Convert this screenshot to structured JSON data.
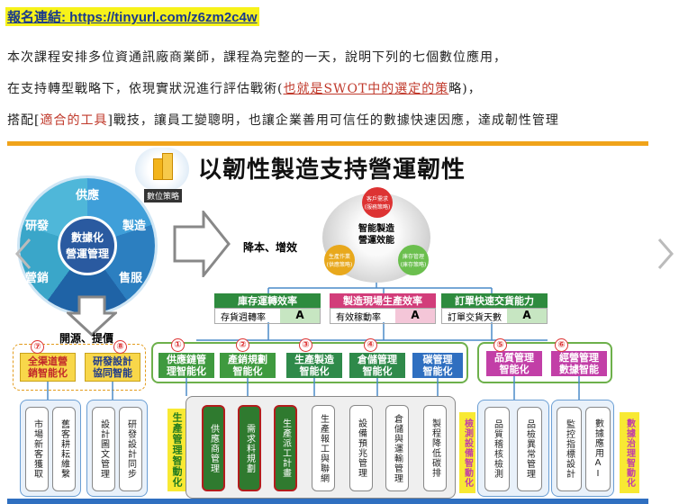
{
  "header": {
    "link_label": "報名連結: https://tinyurl.com/z6zm2c4w",
    "line1": "本次課程安排多位資通訊廠商業師，課程為完整的一天，說明下列的七個數位應用，",
    "line2_pre": "在支持轉型戰略下，依現實狀況進行評估戰術(",
    "line2_link": "也就是SWOT中的選定的策",
    "line2_post": "略)，",
    "line3_pre": "搭配[",
    "line3_link": "適合的工具",
    "line3_post": "]戰技，讓員工變聰明，也讓企業善用可信任的數據快速因應，達成韌性管理"
  },
  "diagram": {
    "title": "以韌性製造支持營運韌性",
    "badge": "數位策略",
    "circle": {
      "segments": [
        "供應",
        "製造",
        "售服",
        "營銷",
        "研發"
      ],
      "center_top": "數據化",
      "center_bottom": "營運管理"
    },
    "arrow_label": "降本、增效",
    "down_arrow_label": "開源、提價",
    "ball": {
      "center": "智能製造\n營運效能",
      "top": "客戶需求\n(服務策略)",
      "left": "生產作業\n(供應策略)",
      "right": "庫存管理\n(庫存策略)"
    },
    "kpis": [
      {
        "title": "庫存運轉效率",
        "metric": "存貨週轉率",
        "grade": "A",
        "color": "#2e8b3e"
      },
      {
        "title": "製造現場生產效率",
        "metric": "有效稼動率",
        "grade": "A",
        "color": "#d23d7a"
      },
      {
        "title": "訂單快速交貨能力",
        "metric": "訂單交貨天數",
        "grade": "A",
        "color": "#2e8b3e"
      }
    ],
    "top_modules": [
      {
        "num": "⑦",
        "label": "全渠道營\n銷智能化"
      },
      {
        "num": "⑧",
        "label": "研發設計\n協同智能"
      },
      {
        "num": "①",
        "label": "供應鏈管\n理智能化"
      },
      {
        "num": "②",
        "label": "產銷規劃\n智能化"
      },
      {
        "num": "③",
        "label": "生產製造\n智能化"
      },
      {
        "num": "④",
        "label": "倉儲管理\n智能化"
      },
      {
        "num": "",
        "label": "碳管理\n智能化"
      },
      {
        "num": "⑤",
        "label": "品質管理\n智能化"
      },
      {
        "num": "⑥",
        "label": "經營管理\n數據智能"
      }
    ],
    "side_labels": {
      "production": "生產管理智動化",
      "inspection": "檢測設備智動化",
      "data": "數據治理智動化"
    },
    "leaves": {
      "marketing": [
        "市場新客獲取",
        "舊客耕耘維繫"
      ],
      "rnd": [
        "設計圖文管理",
        "研發設計同步"
      ],
      "production": [
        "供應商管理",
        "需求料規劃",
        "生產派工計畫",
        "生產報工與聯網",
        "設備預兆管理",
        "倉儲與運輸管理",
        "製程降低碳排"
      ],
      "quality": [
        "品質稽核檢測",
        "品檢異常管理"
      ],
      "management": [
        "監控指標設計",
        "數據應用AI"
      ]
    }
  }
}
